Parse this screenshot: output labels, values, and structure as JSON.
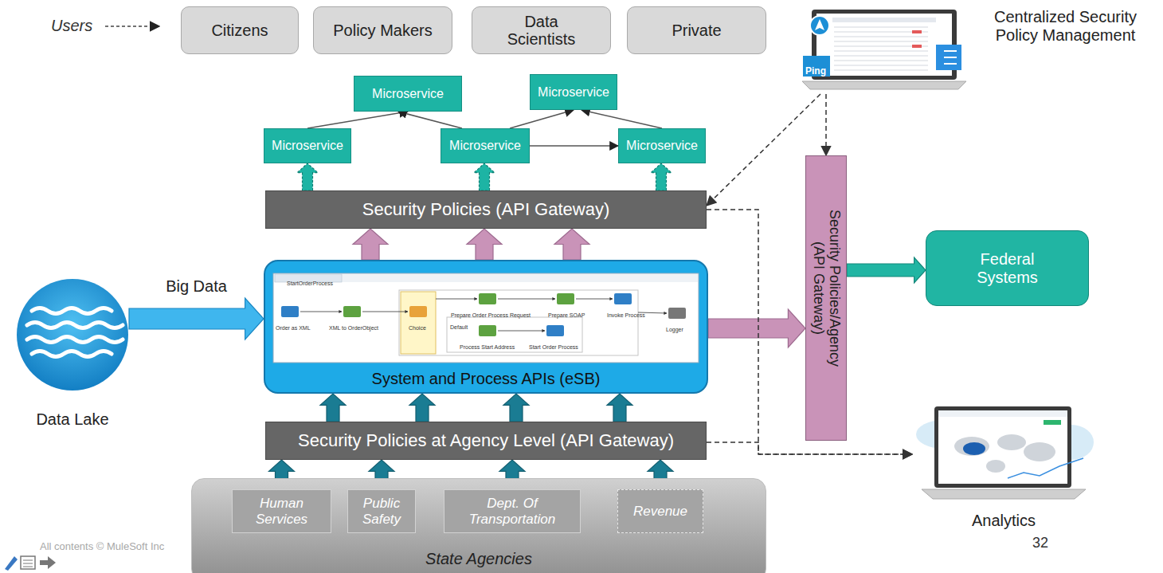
{
  "diagram": {
    "nodes": [
      {
        "text": [
          "Citizens"
        ]
      },
      {
        "text": [
          "Policy Makers"
        ]
      },
      {
        "text": [
          "Data Scientists"
        ]
      },
      {
        "text": [
          "Private"
        ]
      },
      {
        "text": [
          "Centralized Security Policy Management"
        ]
      },
      {
        "text": [
          "Microservice"
        ]
      },
      {
        "text": [
          "Microservice"
        ]
      },
      {
        "text": [
          "Microservice"
        ]
      },
      {
        "text": [
          "Microservice"
        ]
      },
      {
        "text": [
          "Microservice"
        ]
      },
      {
        "text": [
          "Security Policies (API Gateway)"
        ]
      },
      {
        "text": [
          "Security Policies/Agency (API Gateway)"
        ]
      },
      {
        "text": [
          "Federal Systems"
        ]
      },
      {
        "text": [
          "Data Lake"
        ]
      },
      {
        "text": [
          "System and Process APIs (eSB)"
        ]
      },
      {
        "text": [
          "Security Policies at Agency Level (API Gateway)"
        ]
      },
      {
        "text": [
          "Analytics"
        ]
      },
      {
        "text": [
          "State Agencies"
        ]
      },
      {
        "text": [
          "Human Services"
        ],
        "in": 17
      },
      {
        "text": [
          "Public Safety"
        ],
        "in": 17
      },
      {
        "text": [
          "Dept. Of Transportation"
        ],
        "in": 17
      },
      {
        "text": [
          "Revenue"
        ],
        "in": 17
      }
    ],
    "edges": [
      {
        "from": 7,
        "to": 5,
        "arrow": "to"
      },
      {
        "from": 8,
        "to": 5,
        "arrow": "to"
      },
      {
        "from": 8,
        "to": 6,
        "arrow": "to"
      },
      {
        "from": 9,
        "to": 6,
        "arrow": "to"
      },
      {
        "from": 8,
        "to": 9,
        "arrow": "to"
      },
      {
        "from": 10,
        "to": 7,
        "arrow": "to"
      },
      {
        "from": 10,
        "to": 8,
        "arrow": "to"
      },
      {
        "from": 10,
        "to": 9,
        "arrow": "to"
      },
      {
        "from": 14,
        "to": 10,
        "arrow": "to"
      },
      {
        "from": 14,
        "to": 10,
        "arrow": "to"
      },
      {
        "from": 14,
        "to": 10,
        "arrow": "to"
      },
      {
        "from": 14,
        "to": 11,
        "arrow": "to"
      },
      {
        "from": 11,
        "to": 12,
        "arrow": "to"
      },
      {
        "from": 13,
        "to": 14,
        "label": "Big Data",
        "arrow": "to"
      },
      {
        "from": 15,
        "to": 14,
        "arrow": "to"
      },
      {
        "from": 15,
        "to": 14,
        "arrow": "to"
      },
      {
        "from": 15,
        "to": 14,
        "arrow": "to"
      },
      {
        "from": 15,
        "to": 14,
        "arrow": "to"
      },
      {
        "from": 18,
        "to": 15,
        "arrow": "to"
      },
      {
        "from": 19,
        "to": 15,
        "arrow": "to"
      },
      {
        "from": 20,
        "to": 15,
        "arrow": "to"
      },
      {
        "from": 21,
        "to": 15,
        "arrow": "to"
      },
      {
        "from": 4,
        "to": 10,
        "arrow": "to"
      },
      {
        "from": 4,
        "to": 11,
        "arrow": "to"
      },
      {
        "from": 10,
        "to": 16,
        "arrow": "to"
      },
      {
        "from": 15,
        "to": 16,
        "arrow": "to"
      }
    ],
    "labels": [
      "Users",
      "StartOrderProcess",
      "Order as XML",
      "XML to OrderObject",
      "Choice",
      "Prepare Order Process Request",
      "Prepare SOAP",
      "Invoke Process",
      "Default",
      "Process Start Address",
      "Start Order Process",
      "Logger",
      "Ping",
      "All contents © MuleSoft Inc",
      "32"
    ]
  }
}
